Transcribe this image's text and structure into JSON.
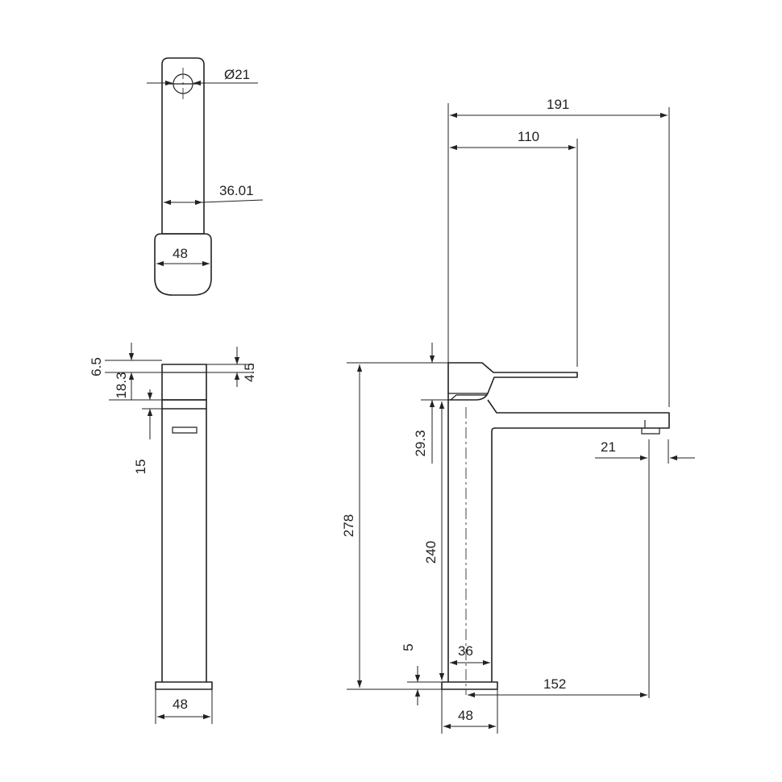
{
  "top_view": {
    "dim_hole_diameter": "Ø21",
    "dim_lever_width": "36.01",
    "dim_base_width": "48"
  },
  "front_view": {
    "dim_cap": "6.5",
    "dim_top_gap": "4.5",
    "dim_handle_height": "18.3",
    "dim_ring_height": "15",
    "dim_base_width": "48"
  },
  "side_view": {
    "dim_overall_depth": "191",
    "dim_handle_reach": "110",
    "dim_outlet_diameter": "21",
    "dim_spout_offset": "29.3",
    "dim_overall_height": "278",
    "dim_outlet_height": "240",
    "dim_plate_height": "5",
    "dim_body_width": "36",
    "dim_spout_reach": "152",
    "dim_base_width": "48"
  }
}
